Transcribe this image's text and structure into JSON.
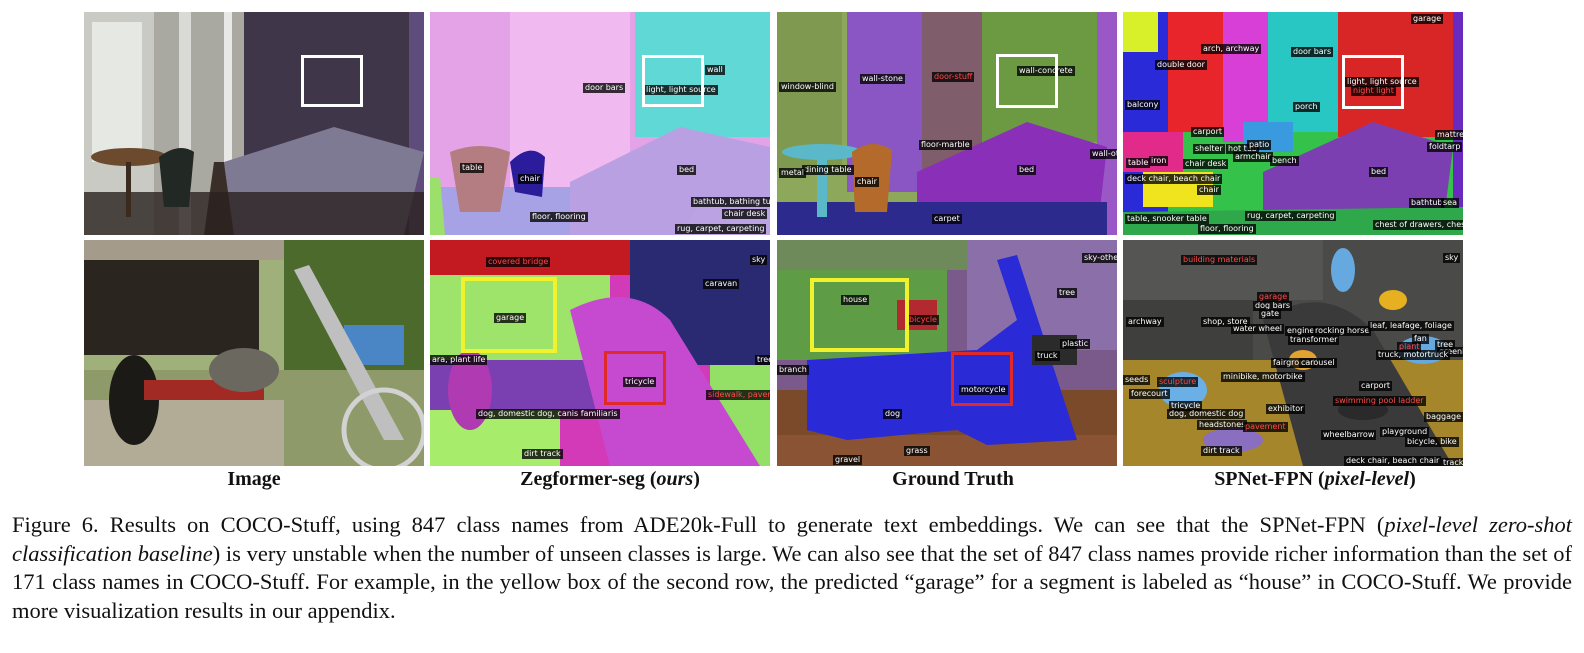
{
  "columns": [
    "Image",
    "Zegformer-seg (",
    "ours",
    ")",
    "Ground Truth",
    "SPNet-FPN (",
    "pixel-level",
    ")"
  ],
  "headers": {
    "image": "Image",
    "zeg_prefix": "Zegformer-seg (",
    "zeg_em": "ours",
    "zeg_suffix": ")",
    "gt": "Ground Truth",
    "spnet_prefix": "SPNet-FPN (",
    "spnet_em": "pixel-level",
    "spnet_suffix": ")"
  },
  "row1": {
    "zeg": [
      "door bars",
      "light, light source",
      "wall",
      "table",
      "chair",
      "bed",
      "floor, flooring",
      "bathtub, bathing tub",
      "chair desk",
      "rug, carpet, carpeting"
    ],
    "gt": [
      "window-blind",
      "wall-stone",
      "door-stuff",
      "wall-concrete",
      "floor-marble",
      "dining table",
      "metal",
      "chair",
      "bed",
      "wall-other",
      "carpet"
    ],
    "spnet": [
      "garage",
      "arch, archway",
      "double door",
      "door bars",
      "balcony",
      "light, light source",
      "night light",
      "porch",
      "carport",
      "shelter",
      "hot tub",
      "table",
      "iron",
      "chair desk",
      "armchair",
      "bench",
      "patio",
      "deck chair, beach chair",
      "chair",
      "bed",
      "mattress",
      "foldtarp",
      "table, snooker table",
      "rug, carpet, carpeting",
      "floor, flooring",
      "chest of drawers, chest",
      "bathtub",
      "sea"
    ]
  },
  "row2": {
    "zeg": [
      "covered bridge",
      "sky",
      "caravan",
      "garage",
      "ara, plant life",
      "tricycle",
      "tree",
      "dog, domestic dog, canis familiaris",
      "sidewalk, pavement",
      "dirt track"
    ],
    "gt": [
      "sky-other",
      "house",
      "tree",
      "bicycle",
      "plastic",
      "truck",
      "branch",
      "motorcycle",
      "dog",
      "grass",
      "gravel"
    ],
    "spnet": [
      "building materials",
      "sky",
      "garage",
      "dog bars",
      "gate",
      "archway",
      "shop, store",
      "water wheel",
      "engine",
      "rocking horse",
      "leaf, leafage, foliage",
      "transformer",
      "fan",
      "plant",
      "tree",
      "greenhouse",
      "fairground",
      "carousel",
      "truck, motortruck",
      "sculpture",
      "seeds",
      "minibike, motorbike",
      "forecourt",
      "carport",
      "tricycle",
      "dog, domestic dog",
      "exhibitor",
      "swimming pool ladder",
      "baggage",
      "headstones",
      "pavement",
      "wheelbarrow",
      "playground",
      "bicycle, bike",
      "dirt track",
      "deck chair, beach chair",
      "track"
    ]
  },
  "caption": {
    "prefix": "Figure 6. Results on COCO-Stuff, using 847 class names from ADE20k-Full to generate text embeddings. We can see that the SPNet-FPN (",
    "em": "pixel-level zero-shot classification baseline",
    "suffix": ") is very unstable when the number of unseen classes is large. We can also see that the set of 847 class names provide richer information than the set of 171 class names in COCO-Stuff. For example, in the yellow box of the second row, the predicted “garage” for a segment is labeled as “house” in COCO-Stuff. We provide more visualization results in our appendix."
  }
}
